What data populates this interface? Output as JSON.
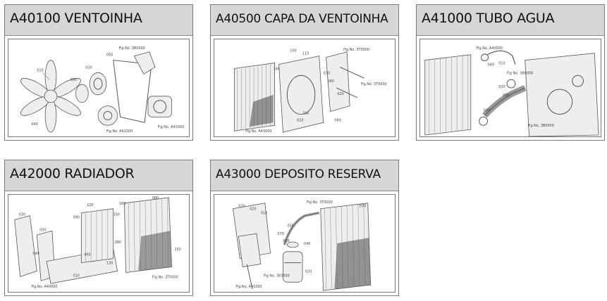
{
  "cards": [
    {
      "code": "A40100",
      "title": "A40100 VENTOINHA"
    },
    {
      "code": "A40500",
      "title": "A40500 CAPA DA VENTOINHA"
    },
    {
      "code": "A41000",
      "title": "A41000 TUBO AGUA"
    },
    {
      "code": "A42000",
      "title": "A42000 RADIADOR"
    },
    {
      "code": "A43000",
      "title": "A43000 DEPOSITO RESERVA"
    }
  ]
}
